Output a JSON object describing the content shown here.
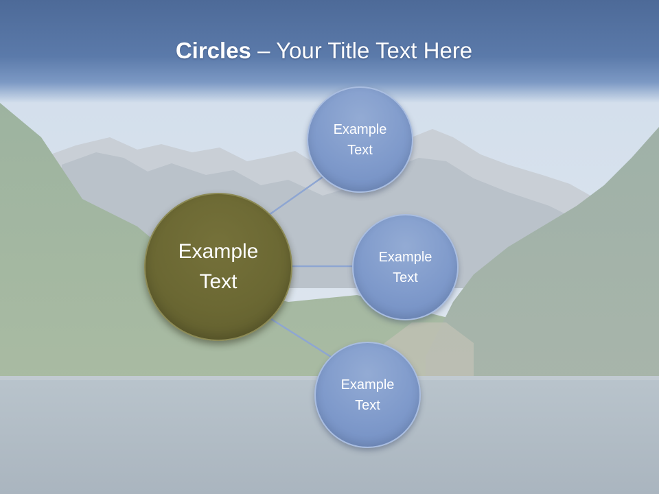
{
  "slide": {
    "title_bold": "Circles",
    "title_rest": " – Your Title Text Here",
    "main_circle": {
      "label": "Example\nText"
    },
    "satellites": [
      {
        "label": "Example\nText"
      },
      {
        "label": "Example\nText"
      },
      {
        "label": "Example\nText"
      }
    ]
  },
  "colors": {
    "title_bar": "#5b7aaa",
    "main_circle_fill": "#6b6833",
    "satellite_fill": "#7f9acb",
    "connector": "#7f9acb",
    "text": "#ffffff"
  }
}
